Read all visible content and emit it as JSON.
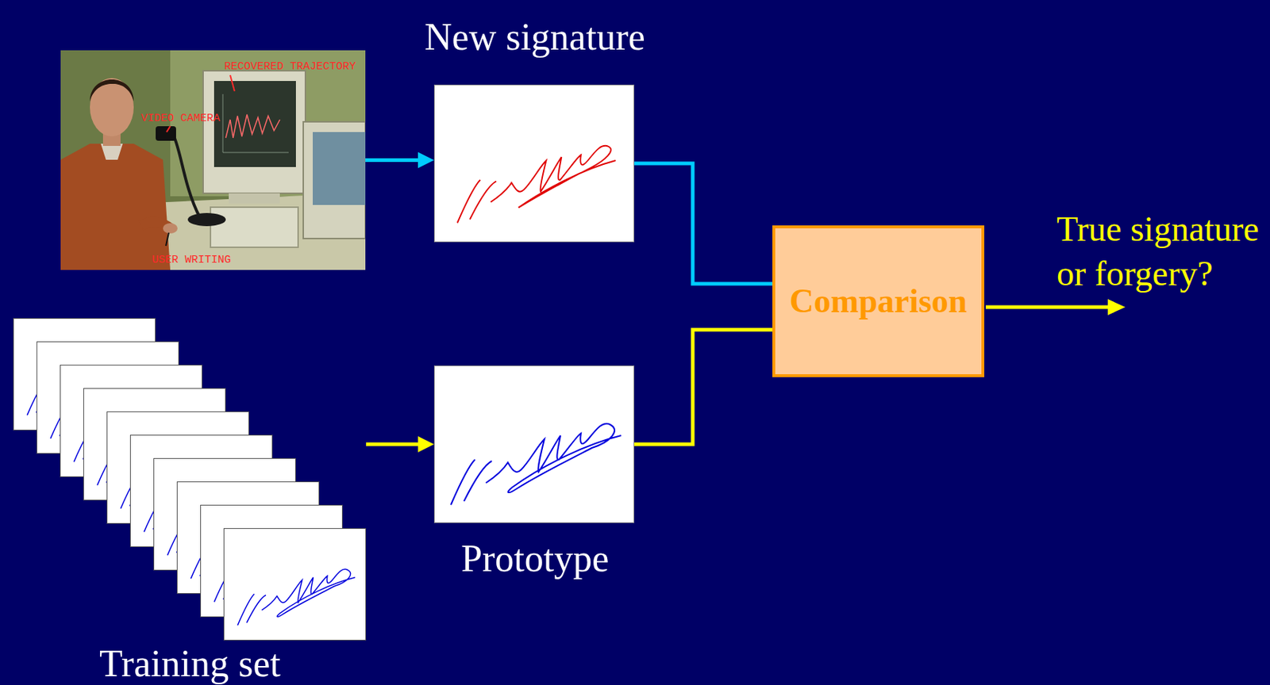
{
  "diagram": {
    "nodes": [
      {
        "text": [
          "RECOVERED TRAJECTORY",
          "VIDEO CAMERA",
          "USER WRITING"
        ]
      },
      {
        "text": [
          "New signature"
        ]
      },
      {
        "text": [
          "Comparison"
        ]
      },
      {
        "text": [
          "Training set"
        ]
      },
      {
        "text": [
          "Prototype"
        ]
      }
    ],
    "edges": [
      {
        "from": 0,
        "to": 1,
        "arrow": "to"
      },
      {
        "from": 1,
        "to": 2,
        "arrow": "none"
      },
      {
        "from": 3,
        "to": 4,
        "arrow": "to"
      },
      {
        "from": 4,
        "to": 2,
        "arrow": "none"
      }
    ],
    "labels": [
      "True signature or forgery?"
    ]
  }
}
